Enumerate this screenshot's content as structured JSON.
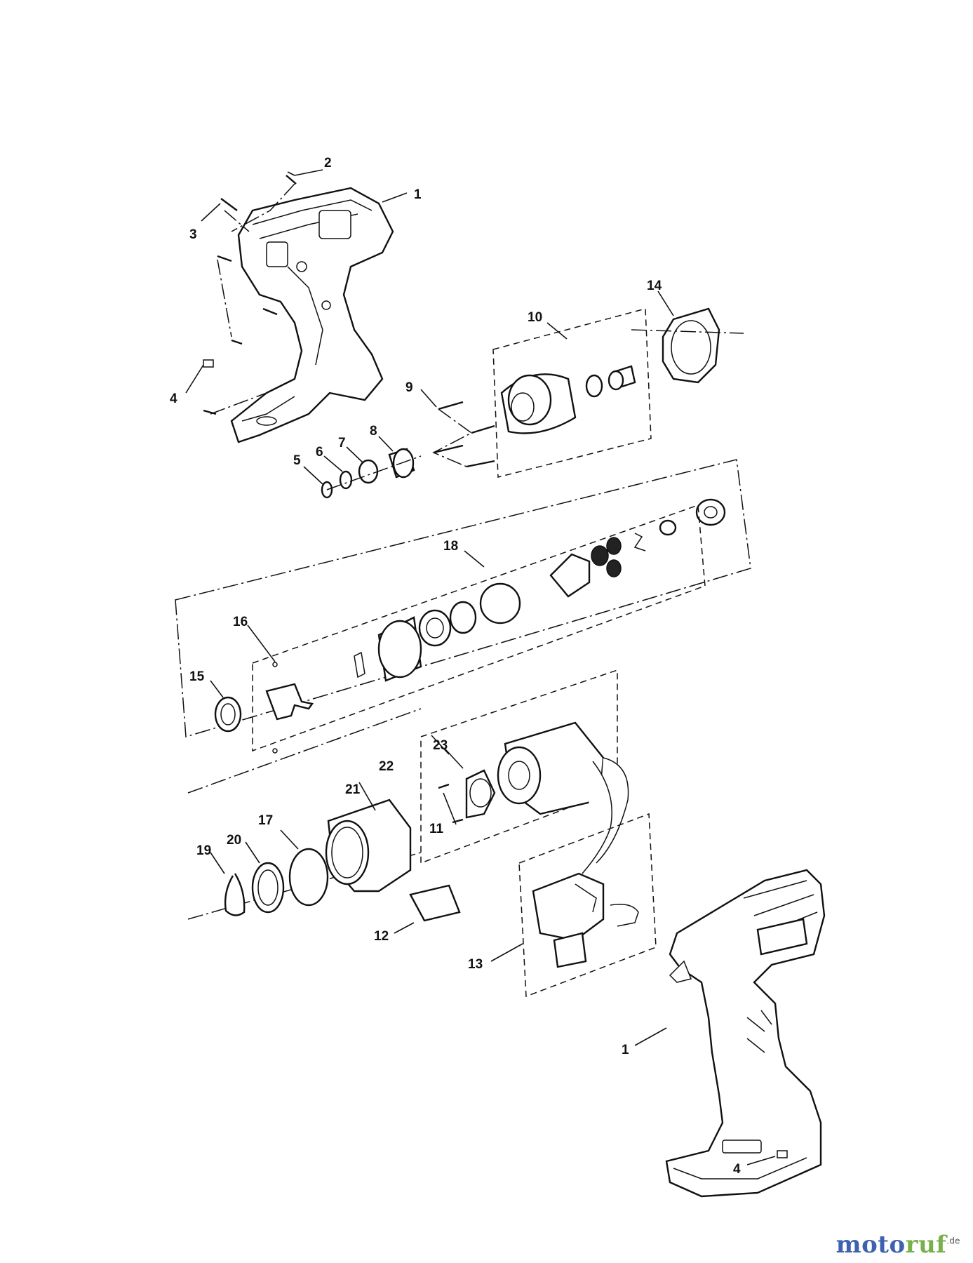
{
  "labels": {
    "p1_top": "1",
    "p1_bottom": "1",
    "p2": "2",
    "p3": "3",
    "p4_top": "4",
    "p4_bottom": "4",
    "p5": "5",
    "p6": "6",
    "p7": "7",
    "p8": "8",
    "p9": "9",
    "p10": "10",
    "p11": "11",
    "p12": "12",
    "p13": "13",
    "p14": "14",
    "p15": "15",
    "p16": "16",
    "p17": "17",
    "p18": "18",
    "p19": "19",
    "p20": "20",
    "p21": "21",
    "p22": "22",
    "p23": "23"
  },
  "watermark": {
    "part_a": "moto",
    "part_b": "ruf",
    "suffix": ".de"
  },
  "colors": {
    "line": "#111111",
    "watermark_blue": "#3f62b0",
    "watermark_green": "#79b04a"
  }
}
